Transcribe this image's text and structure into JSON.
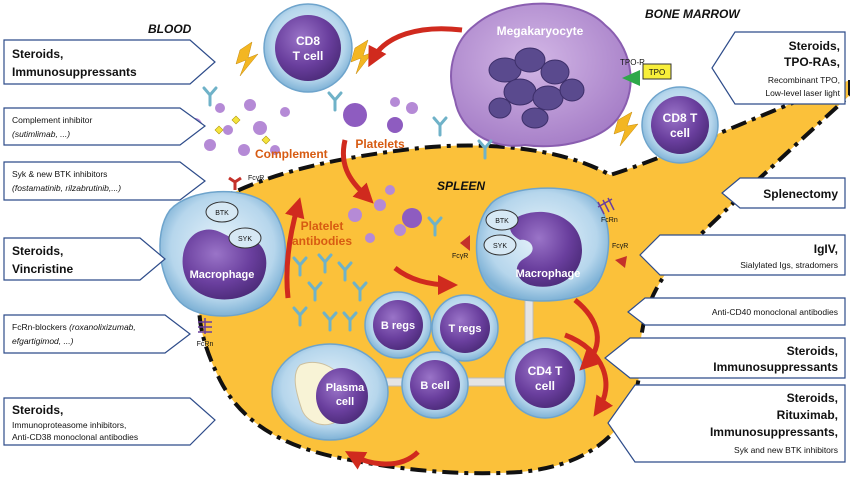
{
  "regions": {
    "blood": "BLOOD",
    "bone_marrow": "BONE MARROW",
    "spleen": "SPLEEN"
  },
  "cells": {
    "megakaryocyte": "Megakaryocyte",
    "cd8_top": [
      "CD8",
      "T cell"
    ],
    "cd8_right": [
      "CD8 T",
      "cell"
    ],
    "macrophage_left": "Macrophage",
    "macrophage_right": "Macrophage",
    "b_regs": "B regs",
    "t_regs": "T regs",
    "b_cell": "B cell",
    "cd4": [
      "CD4 T",
      "cell"
    ],
    "plasma": [
      "Plasma",
      "cell"
    ]
  },
  "molecules": {
    "btk": "BTK",
    "syk": "SYK",
    "tpo": "TPO",
    "tpo_r": "TPO-R",
    "fcgr": "FcγR",
    "fcrn": "FcRn"
  },
  "labels": {
    "complement": "Complement",
    "platelets": "Platelets",
    "platelet_antibodies": [
      "Platelet",
      "antibodies"
    ]
  },
  "left_boxes": [
    {
      "lines": [
        {
          "t": "Steroids,",
          "b": true
        },
        {
          "t": "Immunosuppressants",
          "b": true
        }
      ]
    },
    {
      "lines": [
        {
          "t": "Complement inhibitor"
        },
        {
          "t": "(sutimlimab, ...)",
          "i": true
        }
      ]
    },
    {
      "lines": [
        {
          "t": "Syk & new BTK inhibitors"
        },
        {
          "t": "(fostamatinib, rilzabrutinib,...)",
          "i": true
        }
      ]
    },
    {
      "lines": [
        {
          "t": "Steroids,",
          "b": true
        },
        {
          "t": "Vincristine",
          "b": true
        }
      ]
    },
    {
      "lines": [
        {
          "t": "FcRn-blockers "
        },
        {
          "t": "efgartigimod, ...)",
          "i": true
        }
      ],
      "first_italic": "(roxanolixizumab,"
    },
    {
      "lines": [
        {
          "t": "Steroids,",
          "b": true
        },
        {
          "t": "Immunoproteasome inhibitors,"
        },
        {
          "t": "Anti-CD38 monoclonal antibodies"
        }
      ]
    }
  ],
  "right_boxes": [
    {
      "lines": [
        {
          "t": "Steroids,",
          "b": true
        },
        {
          "t": "TPO-RAs,",
          "b": true
        },
        {
          "t": "Recombinant TPO,"
        },
        {
          "t": "Low-level laser light"
        }
      ]
    },
    {
      "lines": [
        {
          "t": "Splenectomy",
          "b": true
        }
      ]
    },
    {
      "lines": [
        {
          "t": "IgIV,",
          "b": true
        },
        {
          "t": "Sialylated Igs, stradomers"
        }
      ]
    },
    {
      "lines": [
        {
          "t": "Anti-CD40 monoclonal antibodies"
        }
      ]
    },
    {
      "lines": [
        {
          "t": "Steroids,",
          "b": true
        },
        {
          "t": "Immunosuppressants",
          "b": true
        }
      ]
    },
    {
      "lines": [
        {
          "t": "Steroids,",
          "b": true
        },
        {
          "t": "Rituximab,",
          "b": true
        },
        {
          "t": "Immunosuppressants,",
          "b": true
        },
        {
          "t": "Syk and new BTK inhibitors"
        }
      ]
    }
  ],
  "colors": {
    "spleen": "#fbc13a",
    "cell_rim": "#a9cde6",
    "nucleus": "#6a3f9e",
    "megakaryocyte": "#b38ad1",
    "arrow": "#d02a1e",
    "box_border": "#2e4c8a",
    "label_orange": "#d75b12"
  }
}
